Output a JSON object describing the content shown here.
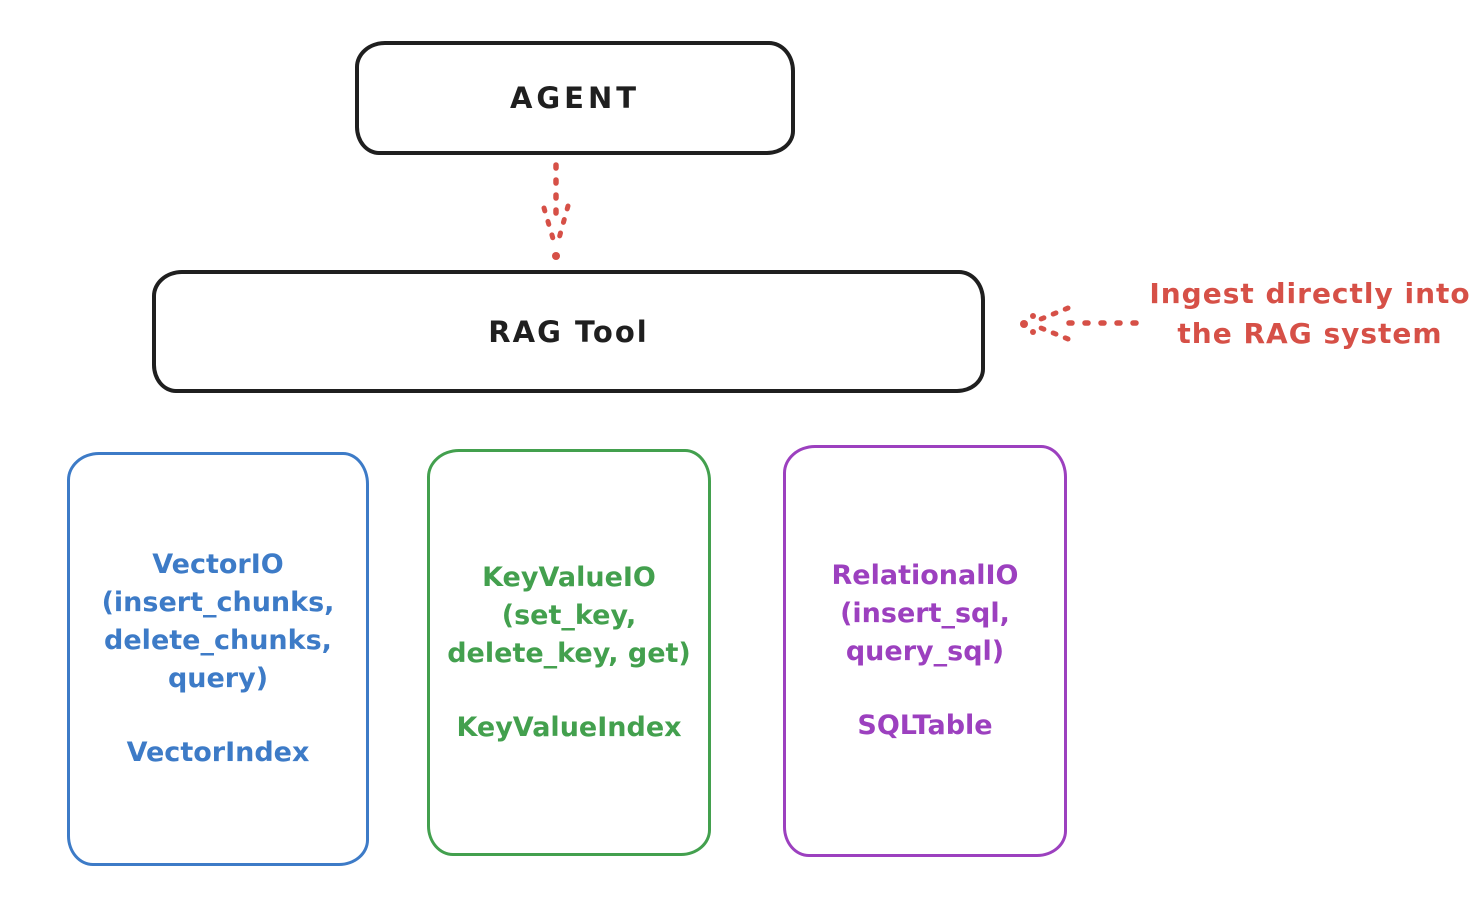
{
  "colors": {
    "ink": "#1f1f1f",
    "red": "#d65047",
    "blue": "#3d7bc7",
    "green": "#43a04e",
    "purple": "#9c40bf",
    "background": "#ffffff"
  },
  "nodes": {
    "agent": {
      "label": "AGENT"
    },
    "rag_tool": {
      "label": "RAG Tool"
    },
    "vector_io": {
      "title": "VectorIO\n(insert_chunks,\ndelete_chunks,\nquery)",
      "index": "VectorIndex",
      "color": "#3d7bc7"
    },
    "key_value_io": {
      "title": "KeyValueIO\n(set_key,\ndelete_key, get)",
      "index": "KeyValueIndex",
      "color": "#43a04e"
    },
    "relational_io": {
      "title": "RelationalIO\n(insert_sql,\nquery_sql)",
      "index": "SQLTable",
      "color": "#9c40bf"
    }
  },
  "annotation": {
    "text": "Ingest directly into\nthe RAG system",
    "color": "#d65047"
  },
  "connections": [
    {
      "from": "agent",
      "to": "rag_tool",
      "style": "dashed-arrow-down",
      "color": "#d65047"
    },
    {
      "from": "annotation",
      "to": "rag_tool",
      "style": "dotted-arrow-left",
      "color": "#d65047"
    }
  ]
}
